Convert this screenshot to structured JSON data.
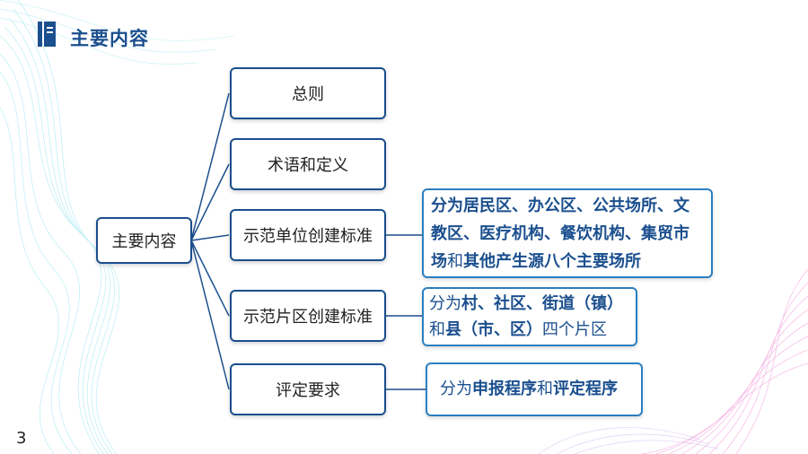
{
  "header": {
    "title": "主要内容"
  },
  "root": {
    "label": "主要内容"
  },
  "branches": [
    {
      "label": "总则"
    },
    {
      "label": "术语和定义"
    },
    {
      "label": "示范单位创建标准"
    },
    {
      "label": "示范片区创建标准"
    },
    {
      "label": "评定要求"
    }
  ],
  "details": {
    "unit": {
      "line1": "分为居民区、办公区、公共场所、文",
      "line2": "教区、医疗机构、餐饮机构、集贸市",
      "line3a": "场",
      "line3b": "和",
      "line3c": "其他产生源八个主要场所"
    },
    "district": {
      "l1a": "分为",
      "l1b": "村、社区、街道（镇）",
      "l2a": "和",
      "l2b": "县（市、区）",
      "l2c": "四个片区"
    },
    "evaluation": {
      "a": "分为",
      "b": "申报程序",
      "c": "和",
      "d": "评定程序"
    }
  },
  "footer": {
    "page_number": "3"
  },
  "colors": {
    "dark_blue": "#1b4f8e",
    "mid_blue": "#2a7fc0",
    "wave_cyan": "#8fe3f0",
    "wave_pink": "#f08fd8"
  }
}
